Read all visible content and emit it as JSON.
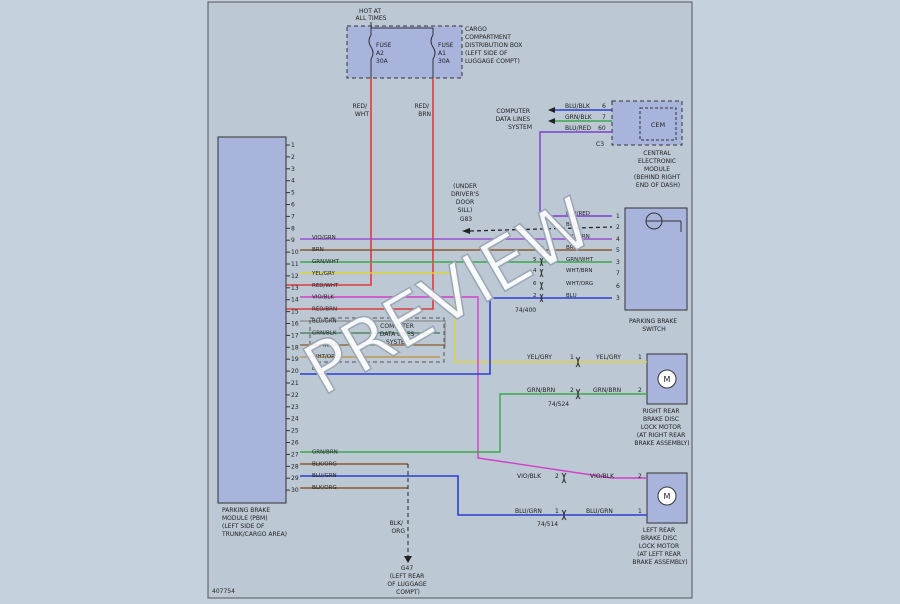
{
  "colors": {
    "bg": "#c5d1dc",
    "sheet": "#bcc8d4",
    "module": "#a9b4dd",
    "red": "#e23a3a",
    "violet": "#9b4fd0",
    "brown": "#8a5a2a",
    "green": "#3aa84a",
    "yellow": "#e0d23a",
    "blue": "#2b3fd0",
    "magenta": "#d040c8",
    "black": "#222222",
    "gray": "#777777"
  },
  "fuse_box": {
    "hot_label": [
      "HOT AT",
      "ALL TIMES"
    ],
    "box_label": [
      "CARGO",
      "COMPARTMENT",
      "DISTRIBUTION BOX",
      "(LEFT SIDE OF",
      "LUGGAGE COMPT)"
    ],
    "fuse_a2": [
      "FUSE",
      "A2",
      "30A"
    ],
    "fuse_a1": [
      "FUSE",
      "A1",
      "30A"
    ]
  },
  "wire_labels": {
    "red_wht": [
      "RED/",
      "WHT"
    ],
    "red_brn": [
      "RED/",
      "BRN"
    ]
  },
  "cem": {
    "name": "CEM",
    "label": [
      "CENTRAL",
      "ELECTRONIC",
      "MODULE",
      "(BEHIND RIGHT",
      "END OF DASH)"
    ],
    "connector": "C3",
    "system": [
      "COMPUTER",
      "DATA LINES",
      "SYSTEM"
    ],
    "pins": [
      {
        "color": "BLU/BLK",
        "pin": "6"
      },
      {
        "color": "GRN/BLK",
        "pin": "7"
      },
      {
        "color": "BLU/RED",
        "pin": "60"
      }
    ]
  },
  "ground_g83": [
    "(UNDER",
    "DRIVER'S",
    "DOOR",
    "SILL)",
    "G83"
  ],
  "pbm": {
    "label": [
      "PARKING BRAKE",
      "MODULE (PBM)",
      "(LEFT SIDE OF",
      "TRUNK/CARGO AREA)"
    ],
    "pins": [
      "1",
      "2",
      "3",
      "4",
      "5",
      "6",
      "7",
      "8",
      "9",
      "10",
      "11",
      "12",
      "13",
      "14",
      "15",
      "16",
      "17",
      "18",
      "19",
      "20",
      "21",
      "22",
      "23",
      "24",
      "25",
      "26",
      "27",
      "28",
      "29",
      "30"
    ]
  },
  "pbm_wires": [
    {
      "pin": "9",
      "color": "VIO/GRN"
    },
    {
      "pin": "10",
      "color": "BRN"
    },
    {
      "pin": "11",
      "color": "GRN/WHT"
    },
    {
      "pin": "12",
      "color": "YEL/GRY"
    },
    {
      "pin": "13",
      "color": "RED/WHT"
    },
    {
      "pin": "14",
      "color": "VIO/BLK"
    },
    {
      "pin": "15",
      "color": "RED/BRN"
    },
    {
      "pin": "16",
      "color": "BLU/GRN"
    },
    {
      "pin": "17",
      "color": "GRN/BLK"
    },
    {
      "pin": "18",
      "color": "WHT/BRN"
    },
    {
      "pin": "19",
      "color": "WHT/ORG"
    },
    {
      "pin": "20",
      "color": "BLU"
    },
    {
      "pin": "27",
      "color": "GRN/BRN"
    },
    {
      "pin": "28",
      "color": "BLK/ORG"
    },
    {
      "pin": "29",
      "color": "BLU/GRN"
    },
    {
      "pin": "30",
      "color": "BLK/ORG"
    }
  ],
  "inner_system": [
    "COMPUTER",
    "DATA LINES",
    "SYSTEM"
  ],
  "switch": {
    "label": [
      "PARKING BRAKE",
      "SWITCH"
    ],
    "connector": "74/400",
    "pins": [
      {
        "pin": "1",
        "color": "BLU/RED"
      },
      {
        "pin": "2",
        "color": "BLK"
      },
      {
        "pin": "4",
        "color": "VIO/GRN"
      },
      {
        "pin": "5",
        "color": "BRN"
      },
      {
        "pin": "3",
        "color": "GRN/WHT"
      },
      {
        "pin": "7",
        "color": "WHT/BRN"
      },
      {
        "pin": "6",
        "color": "WHT/ORG"
      },
      {
        "pin": "3",
        "color": "BLU"
      }
    ],
    "mid_pins": [
      "7",
      "5",
      "4",
      "6",
      "2"
    ]
  },
  "right_motor": {
    "label": [
      "RIGHT REAR",
      "BRAKE DISC",
      "LOCK MOTOR",
      "(AT RIGHT REAR",
      "BRAKE ASSEMBLY)"
    ],
    "connector": "74/524",
    "wires": [
      {
        "pin": "1",
        "color": "YEL/GRY"
      },
      {
        "pin": "2",
        "color": "GRN/BRN"
      }
    ]
  },
  "left_motor": {
    "label": [
      "LEFT REAR",
      "BRAKE DISC",
      "LOCK MOTOR",
      "(AT LEFT REAR",
      "BRAKE ASSEMBLY)"
    ],
    "connector": "74/514",
    "wires": [
      {
        "pin": "2",
        "color": "VIO/BLK"
      },
      {
        "pin": "1",
        "color": "BLU/GRN"
      }
    ]
  },
  "ground_g47": {
    "wire": [
      "BLK/",
      "ORG"
    ],
    "label": [
      "G47",
      "(LEFT REAR",
      "OF LUGGAGE",
      "COMPT)"
    ]
  },
  "motor_symbol": "M",
  "diagram_id": "407754",
  "watermark": "PREVIEW"
}
